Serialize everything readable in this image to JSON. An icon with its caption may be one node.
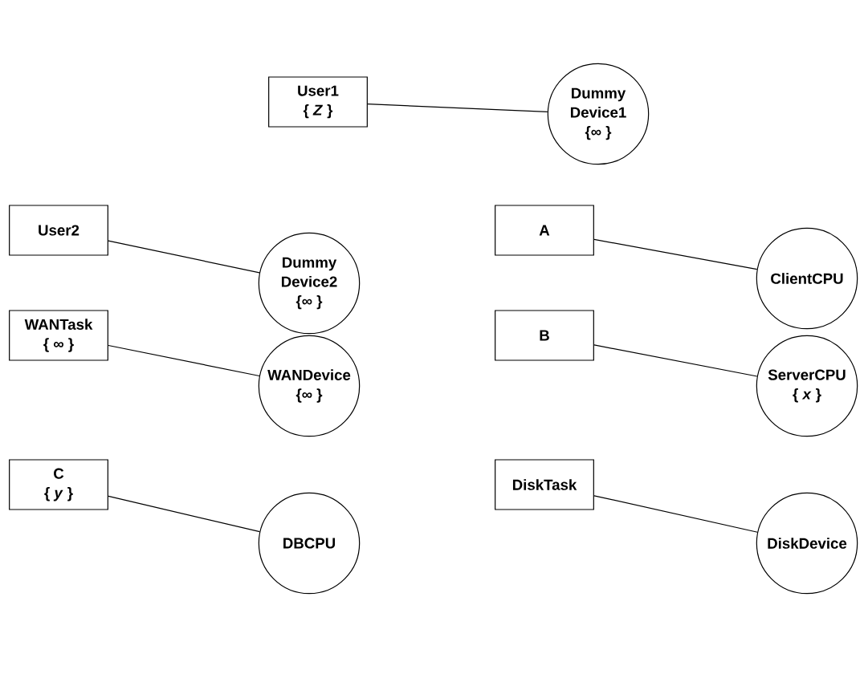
{
  "diagram": {
    "nodes": [
      {
        "text": [
          "User1",
          "{ *Z* }"
        ]
      },
      {
        "text": [
          "Dummy Device1",
          "{∞ }"
        ]
      },
      {
        "text": [
          "User2"
        ]
      },
      {
        "text": [
          "Dummy Device2",
          "{∞ }"
        ]
      },
      {
        "text": [
          "A"
        ]
      },
      {
        "text": [
          "ClientCPU"
        ]
      },
      {
        "text": [
          "WANTask",
          "{ ∞ }"
        ]
      },
      {
        "text": [
          "WANDevice",
          "{∞ }"
        ]
      },
      {
        "text": [
          "B"
        ]
      },
      {
        "text": [
          "ServerCPU",
          "{ *x* }"
        ]
      },
      {
        "text": [
          "C",
          "{ *y* }"
        ]
      },
      {
        "text": [
          "DBCPU"
        ]
      },
      {
        "text": [
          "DiskTask"
        ]
      },
      {
        "text": [
          "DiskDevice"
        ]
      }
    ],
    "edges": [
      {
        "from": 0,
        "to": 1,
        "arrow": "none"
      },
      {
        "from": 2,
        "to": 3,
        "arrow": "none"
      },
      {
        "from": 4,
        "to": 5,
        "arrow": "none"
      },
      {
        "from": 6,
        "to": 7,
        "arrow": "none"
      },
      {
        "from": 8,
        "to": 9,
        "arrow": "none"
      },
      {
        "from": 10,
        "to": 11,
        "arrow": "none"
      },
      {
        "from": 12,
        "to": 13,
        "arrow": "none"
      }
    ]
  }
}
